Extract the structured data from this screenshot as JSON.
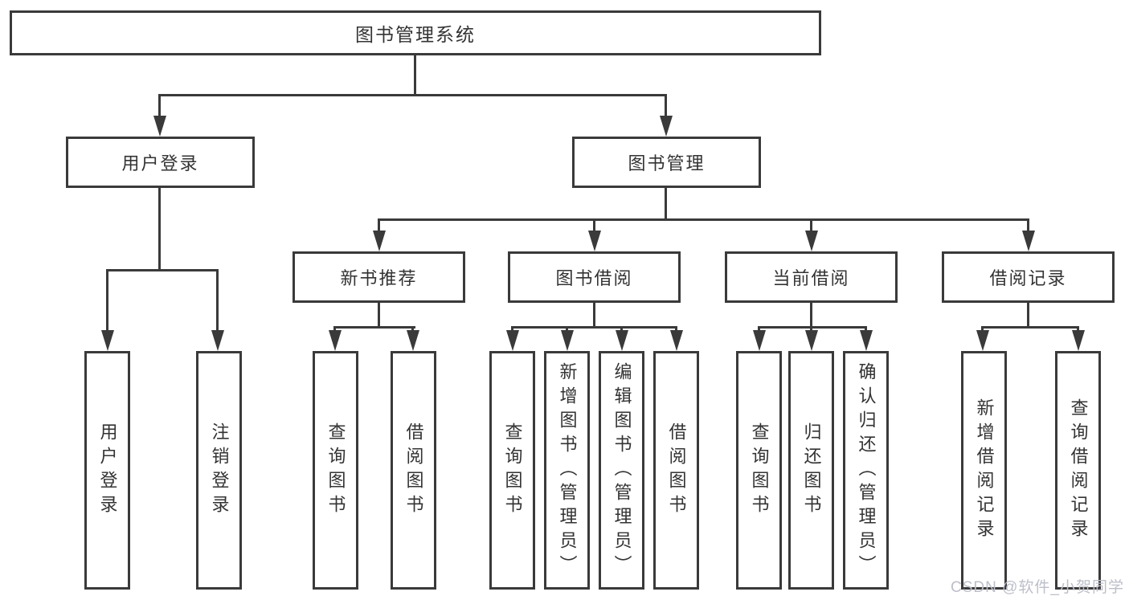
{
  "diagram": {
    "title": "图书管理系统",
    "watermark": "CSDN @软件_小贺同学",
    "colors": {
      "line": "#3a3a3a",
      "text": "#333333",
      "box-bg": "#ffffff",
      "page-bg": "#ffffff",
      "watermark-color": "#bdbfc9"
    },
    "root": {
      "label": "图书管理系统",
      "children": [
        {
          "label": "用户登录",
          "children": [
            {
              "label": "用户登录"
            },
            {
              "label": "注销登录"
            }
          ]
        },
        {
          "label": "图书管理",
          "children": [
            {
              "label": "新书推荐",
              "children": [
                {
                  "label": "查询图书"
                },
                {
                  "label": "借阅图书"
                }
              ]
            },
            {
              "label": "图书借阅",
              "children": [
                {
                  "label": "查询图书"
                },
                {
                  "label": "新增图书（管理员）"
                },
                {
                  "label": "编辑图书（管理员）"
                },
                {
                  "label": "借阅图书"
                }
              ]
            },
            {
              "label": "当前借阅",
              "children": [
                {
                  "label": "查询图书"
                },
                {
                  "label": "归还图书"
                },
                {
                  "label": "确认归还（管理员）"
                }
              ]
            },
            {
              "label": "借阅记录",
              "children": [
                {
                  "label": "新增借阅记录"
                },
                {
                  "label": "查询借阅记录"
                }
              ]
            }
          ]
        }
      ]
    }
  }
}
